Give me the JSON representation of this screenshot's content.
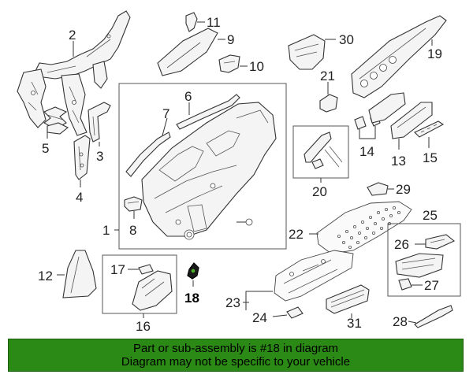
{
  "callouts": {
    "c1": "1",
    "c2": "2",
    "c3": "3",
    "c4": "4",
    "c5": "5",
    "c6": "6",
    "c7": "7",
    "c8": "8",
    "c9": "9",
    "c10": "10",
    "c11": "11",
    "c12": "12",
    "c13": "13",
    "c14": "14",
    "c15": "15",
    "c16": "16",
    "c17": "17",
    "c18": "18",
    "c19": "19",
    "c20": "20",
    "c21": "21",
    "c22": "22",
    "c23": "23",
    "c24": "24",
    "c25": "25",
    "c26": "26",
    "c27": "27",
    "c28": "28",
    "c29": "29",
    "c30": "30",
    "c31": "31"
  },
  "highlight": {
    "callout": "18",
    "color": "#000000"
  },
  "banner": {
    "line1": "Part or sub-assembly is #18 in diagram",
    "line2": "Diagram may not be specific to your vehicle",
    "background": "#2b8a16"
  }
}
